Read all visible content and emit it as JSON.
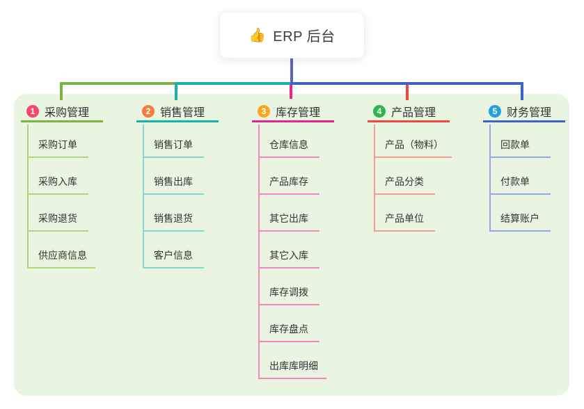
{
  "root": {
    "icon": "👍",
    "label": "ERP 后台"
  },
  "connector_colors": {
    "root_line": "#5a62ce"
  },
  "branches": [
    {
      "num": "1",
      "label": "采购管理",
      "color": "#7cb342",
      "light_color": "#aed581",
      "badge_color": "#f4486b",
      "children": [
        "采购订单",
        "采购入库",
        "采购退货",
        "供应商信息"
      ]
    },
    {
      "num": "2",
      "label": "销售管理",
      "color": "#16b3ab",
      "light_color": "#7fd7cd",
      "badge_color": "#f57d41",
      "children": [
        "销售订单",
        "销售出库",
        "销售退货",
        "客户信息"
      ]
    },
    {
      "num": "3",
      "label": "库存管理",
      "color": "#e5258f",
      "light_color": "#f387be",
      "badge_color": "#f7a823",
      "children": [
        "仓库信息",
        "产品库存",
        "其它出库",
        "其它入库",
        "库存调拨",
        "库存盘点",
        "出库库明细"
      ]
    },
    {
      "num": "4",
      "label": "产品管理",
      "color": "#f0483e",
      "light_color": "#f49a93",
      "badge_color": "#31b34e",
      "children": [
        "产品（物料）",
        "产品分类",
        "产品单位"
      ]
    },
    {
      "num": "5",
      "label": "财务管理",
      "color": "#3e63c5",
      "light_color": "#92a8e8",
      "badge_color": "#21a2dc",
      "children": [
        "回款单",
        "付款单",
        "结算账户"
      ]
    }
  ]
}
